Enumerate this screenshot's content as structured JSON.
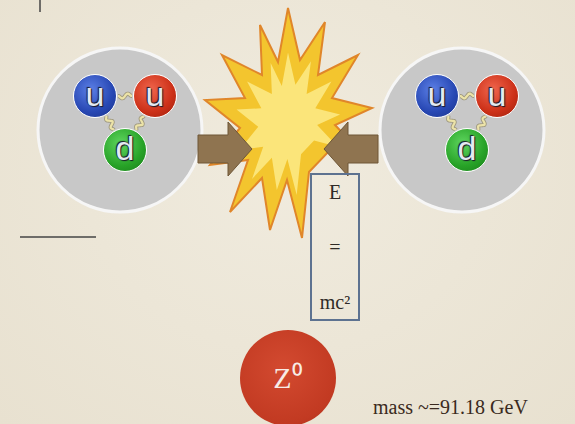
{
  "diagram": {
    "nodes": [
      {
        "text": [
          "u"
        ]
      },
      {
        "text": [
          "u"
        ]
      },
      {
        "text": [
          "d"
        ]
      },
      {
        "text": [
          "u"
        ]
      },
      {
        "text": [
          "u"
        ]
      },
      {
        "text": [
          "d"
        ]
      },
      {
        "text": [
          "E",
          "=",
          "mc²"
        ]
      },
      {
        "text": [
          "Z⁰"
        ]
      }
    ],
    "edges": [
      {
        "from": 0,
        "to": 1,
        "arrow": "none"
      },
      {
        "from": 0,
        "to": 2,
        "arrow": "none"
      },
      {
        "from": 1,
        "to": 2,
        "arrow": "none"
      },
      {
        "from": 3,
        "to": 4,
        "arrow": "none"
      },
      {
        "from": 3,
        "to": 5,
        "arrow": "none"
      },
      {
        "from": 4,
        "to": 5,
        "arrow": "none"
      }
    ],
    "labels": [
      "mass ~=91.18 GeV"
    ]
  }
}
